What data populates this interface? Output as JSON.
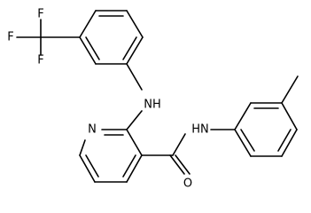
{
  "molecule": {
    "atoms": {
      "F1": "F",
      "F2": "F",
      "F3": "F",
      "NH_amine": "NH",
      "N_pyridine": "N",
      "HN_amide": "HN",
      "O_carbonyl": "O"
    }
  },
  "colors": {
    "bond": "#000000",
    "label": "#000000",
    "background": "#ffffff"
  }
}
